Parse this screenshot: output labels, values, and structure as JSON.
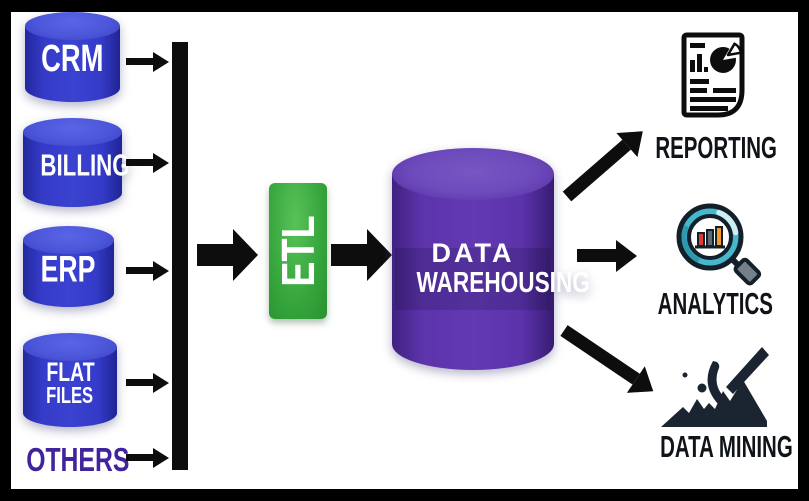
{
  "diagram": {
    "sources": [
      {
        "label": "CRM"
      },
      {
        "label": "BILLING"
      },
      {
        "label": "ERP"
      },
      {
        "label": "FLAT FILES",
        "line1": "FLAT",
        "line2": "FILES"
      },
      {
        "label": "OTHERS"
      }
    ],
    "etl_label": "ETL",
    "warehouse": {
      "line1": "DATA",
      "line2": "WAREHOUSING"
    },
    "outputs": [
      {
        "label": "REPORTING",
        "icon": "report-document-icon"
      },
      {
        "label": "ANALYTICS",
        "icon": "magnifier-chart-icon"
      },
      {
        "label": "DATA MINING",
        "icon": "pickaxe-mountain-icon"
      }
    ],
    "colors": {
      "source_cylinder": "#3a42d0",
      "source_cylinder_top": "#4c56d8",
      "warehouse_cylinder": "#5c33ab",
      "warehouse_cylinder_top": "#6c4abc",
      "etl_green": "#36a53c",
      "others_text": "#41249c",
      "arrow_black": "#0d0d0d",
      "label_black": "#101418",
      "analytics_ring": "#45b8cb",
      "analytics_bar_red": "#e23c30",
      "analytics_bar_gray": "#5d6a74",
      "analytics_bar_orange": "#f39b26",
      "mining_icon": "#1b2531"
    }
  }
}
